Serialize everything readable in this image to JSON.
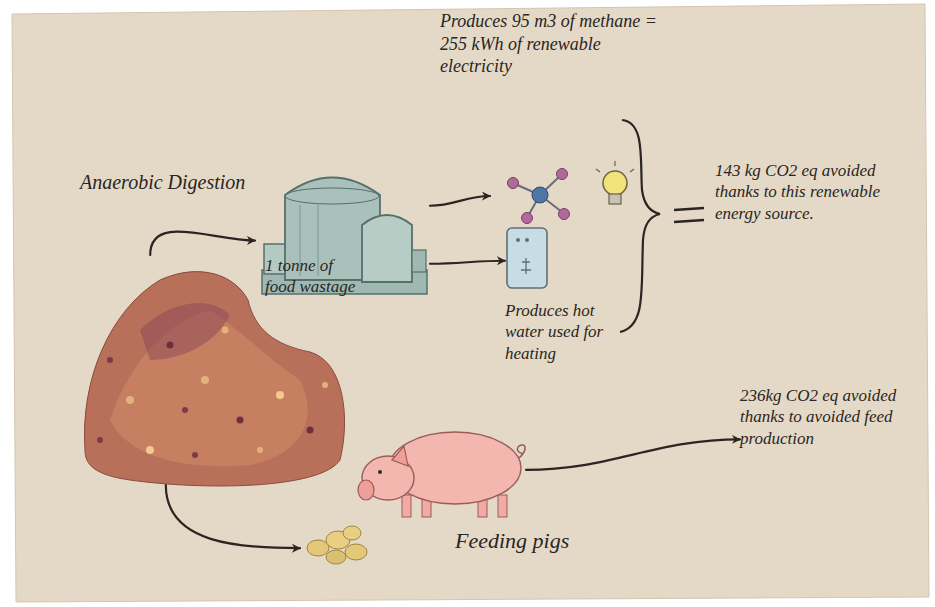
{
  "diagram": {
    "nodes": [
      {
        "text": [
          "Produces 95 m3 of methane = 255 kWh of renewable electricity"
        ]
      },
      {
        "text": [
          "Anaerobic Digestion"
        ]
      },
      {
        "text": [
          "143 kg CO2 eq avoided thanks to this renewable energy source."
        ]
      },
      {
        "text": [
          "Produces hot water used for heating"
        ]
      },
      {
        "text": [
          "1 tonne of food wastage"
        ]
      },
      {
        "text": [
          "236kg CO2 eq avoided thanks to avoided feed production"
        ]
      },
      {
        "text": [
          "Feeding pigs"
        ]
      }
    ],
    "edges": [
      {
        "from": 4,
        "to": 1,
        "arrow": "to"
      },
      {
        "from": 1,
        "to": 0,
        "arrow": "to"
      },
      {
        "from": 1,
        "to": 3,
        "arrow": "to"
      },
      {
        "from": 4,
        "to": 6,
        "arrow": "to"
      },
      {
        "from": 6,
        "to": 5,
        "arrow": "to"
      }
    ]
  }
}
